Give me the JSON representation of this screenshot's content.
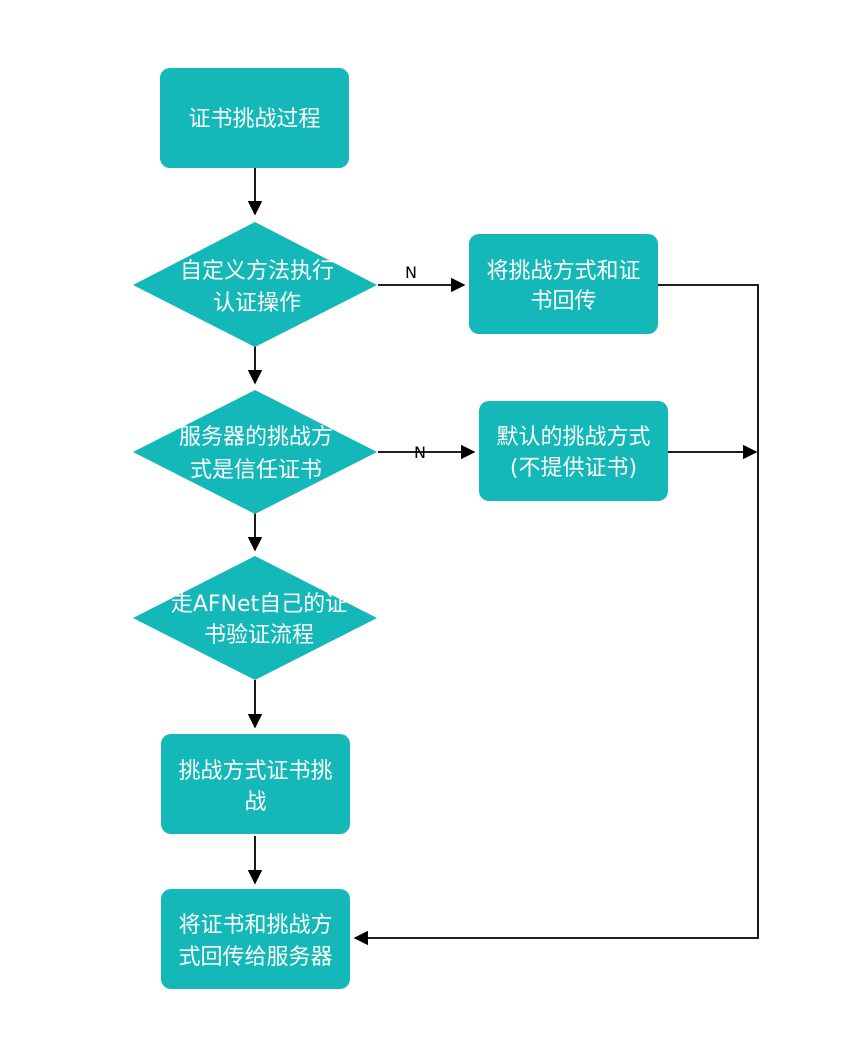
{
  "colors": {
    "node_fill": "#14b8b8",
    "edge": "#000000",
    "node_text": "#ffffff"
  },
  "nodes": {
    "start": {
      "shape": "process",
      "lines": [
        "证书挑战过程"
      ]
    },
    "custom_auth": {
      "shape": "decision",
      "lines": [
        "自定义方法执行",
        "认证操作"
      ]
    },
    "pass_back": {
      "shape": "process",
      "lines": [
        "将挑战方式和证",
        "书回传"
      ]
    },
    "server_trust": {
      "shape": "decision",
      "lines": [
        "服务器的挑战方",
        "式是信任证书"
      ]
    },
    "default": {
      "shape": "process",
      "lines": [
        "默认的挑战方式",
        "(不提供证书)"
      ]
    },
    "afnet_verify": {
      "shape": "decision",
      "lines": [
        "走AFNet自己的证",
        "书验证流程"
      ]
    },
    "challenge": {
      "shape": "process",
      "lines": [
        "挑战方式证书挑",
        "战"
      ]
    },
    "send_server": {
      "shape": "process",
      "lines": [
        "将证书和挑战方",
        "式回传给服务器"
      ]
    }
  },
  "edges": [
    {
      "from": "start",
      "to": "custom_auth",
      "label": ""
    },
    {
      "from": "custom_auth",
      "to": "pass_back",
      "label": "N"
    },
    {
      "from": "custom_auth",
      "to": "server_trust",
      "label": ""
    },
    {
      "from": "server_trust",
      "to": "default",
      "label": "N"
    },
    {
      "from": "server_trust",
      "to": "afnet_verify",
      "label": ""
    },
    {
      "from": "afnet_verify",
      "to": "challenge",
      "label": ""
    },
    {
      "from": "challenge",
      "to": "send_server",
      "label": ""
    },
    {
      "from": "pass_back",
      "to": "send_server",
      "label": ""
    },
    {
      "from": "default",
      "to": "send_server",
      "label": ""
    }
  ]
}
